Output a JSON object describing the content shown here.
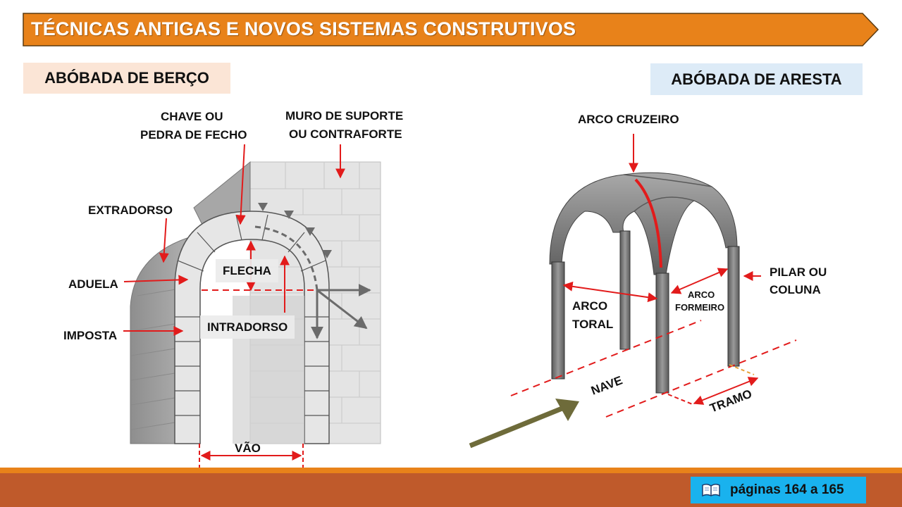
{
  "header": {
    "title": "TÉCNICAS ANTIGAS E NOVOS SISTEMAS CONSTRUTIVOS"
  },
  "left_section": {
    "title": "ABÓBADA DE BERÇO",
    "labels": {
      "chave": "CHAVE OU",
      "chave2": "PEDRA DE FECHO",
      "muro": "MURO DE SUPORTE",
      "muro2": "OU CONTRAFORTE",
      "extradorso": "EXTRADORSO",
      "aduela": "ADUELA",
      "flecha": "FLECHA",
      "imposta": "IMPOSTA",
      "intradorso": "INTRADORSO",
      "vao": "VÃO"
    }
  },
  "right_section": {
    "title": "ABÓBADA DE ARESTA",
    "labels": {
      "arco_cruzeiro": "ARCO CRUZEIRO",
      "pilar": "PILAR OU",
      "pilar2": "COLUNA",
      "arco_toral": "ARCO",
      "arco_toral2": "TORAL",
      "arco_formeiro": "ARCO",
      "arco_formeiro2": "FORMEIRO",
      "nave": "NAVE",
      "tramo": "TRAMO"
    }
  },
  "footer": {
    "pages_icon": "book-icon",
    "pages_text": "páginas 164 a 165"
  },
  "colors": {
    "banner": "#e8821a",
    "footer": "#bf5a2b",
    "badge": "#19b2ee",
    "annotation": "#e21b1b",
    "left_tag": "#fbe5d6",
    "right_tag": "#ddebf7"
  }
}
